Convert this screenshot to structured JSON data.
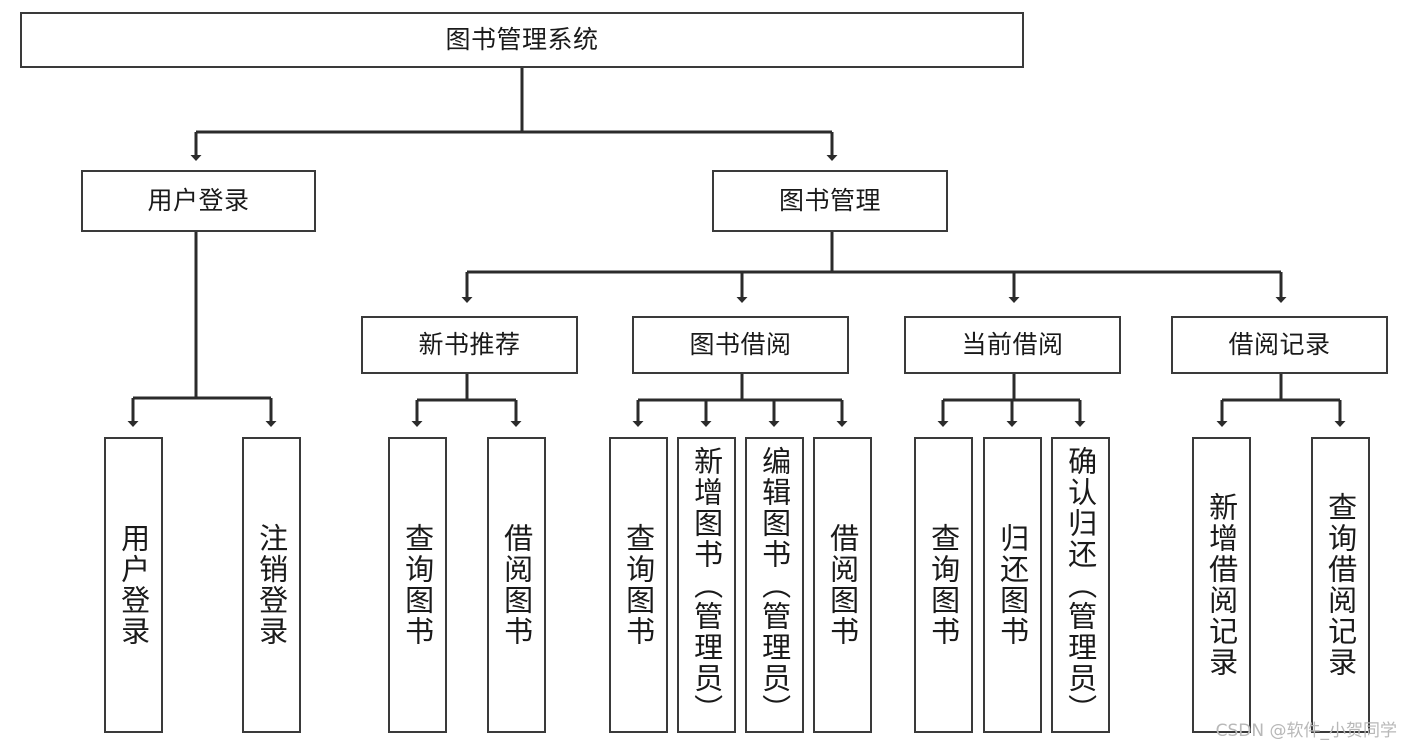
{
  "diagram": {
    "title": "图书管理系统",
    "type": "hierarchy-tree",
    "colors": {
      "box_border": "#3a3a3a",
      "box_fill": "#ffffff",
      "edge": "#2b2b2b",
      "text": "#1a1a1a",
      "watermark": "#b8b8b8"
    },
    "levels": {
      "root": {
        "label": "图书管理系统"
      },
      "level2": [
        {
          "label": "用户登录"
        },
        {
          "label": "图书管理"
        }
      ],
      "level3": [
        {
          "label": "新书推荐"
        },
        {
          "label": "图书借阅"
        },
        {
          "label": "当前借阅"
        },
        {
          "label": "借阅记录"
        }
      ],
      "leaves": {
        "user_login": [
          {
            "label": "用户登录"
          },
          {
            "label": "注销登录"
          }
        ],
        "new_book_recommend": [
          {
            "label": "查询图书"
          },
          {
            "label": "借阅图书"
          }
        ],
        "book_borrow": [
          {
            "label": "查询图书"
          },
          {
            "label": "新增图书（管理员）"
          },
          {
            "label": "编辑图书（管理员）"
          },
          {
            "label": "借阅图书"
          }
        ],
        "current_borrow": [
          {
            "label": "查询图书"
          },
          {
            "label": "归还图书"
          },
          {
            "label": "确认归还（管理员）"
          }
        ],
        "borrow_record": [
          {
            "label": "新增借阅记录"
          },
          {
            "label": "查询借阅记录"
          }
        ]
      }
    }
  },
  "watermark": {
    "text": "CSDN @软件_小贺同学"
  }
}
